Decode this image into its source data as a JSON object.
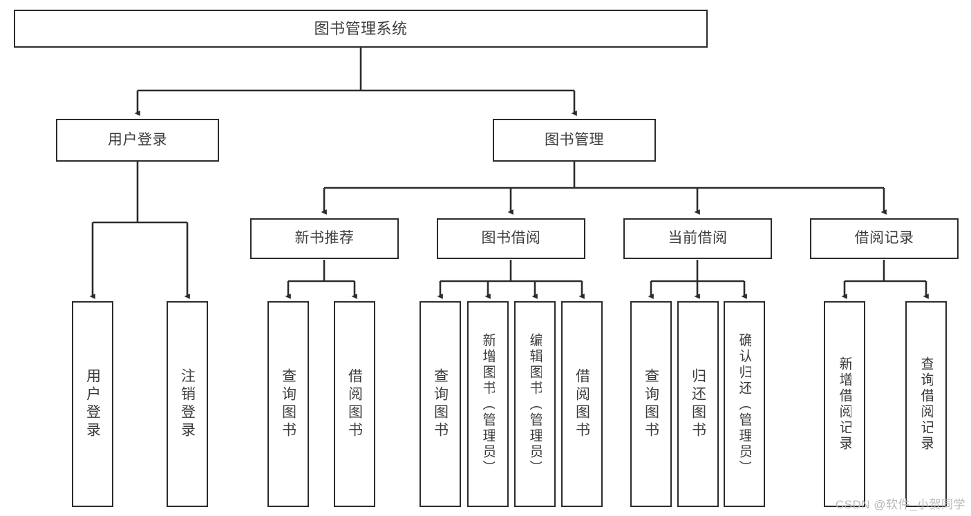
{
  "diagram": {
    "title": "图书管理系统",
    "type": "tree-hierarchy",
    "colors": {
      "box_border": "#2b2b2b",
      "box_fill": "#ffffff",
      "connector": "#2b2b2b",
      "text": "#3c3c3c",
      "watermark": "#b9b9b9",
      "background": "#ffffff"
    },
    "root": {
      "label": "图书管理系统"
    },
    "level2": [
      {
        "label": "用户登录"
      },
      {
        "label": "图书管理"
      }
    ],
    "level3": [
      {
        "label": "新书推荐"
      },
      {
        "label": "图书借阅"
      },
      {
        "label": "当前借阅"
      },
      {
        "label": "借阅记录"
      }
    ],
    "leaves": {
      "user_login": [
        {
          "label": "用户登录"
        },
        {
          "label": "注销登录"
        }
      ],
      "new_book_recommend": [
        {
          "label": "查询图书"
        },
        {
          "label": "借阅图书"
        }
      ],
      "book_borrow": [
        {
          "label": "查询图书"
        },
        {
          "label": "新增图书（管理员）"
        },
        {
          "label": "编辑图书（管理员）"
        },
        {
          "label": "借阅图书"
        }
      ],
      "current_borrow": [
        {
          "label": "查询图书"
        },
        {
          "label": "归还图书"
        },
        {
          "label": "确认归还（管理员）"
        }
      ],
      "borrow_record": [
        {
          "label": "新增借阅记录"
        },
        {
          "label": "查询借阅记录"
        }
      ]
    },
    "watermark": "CSDN @软件_小贺同学"
  }
}
